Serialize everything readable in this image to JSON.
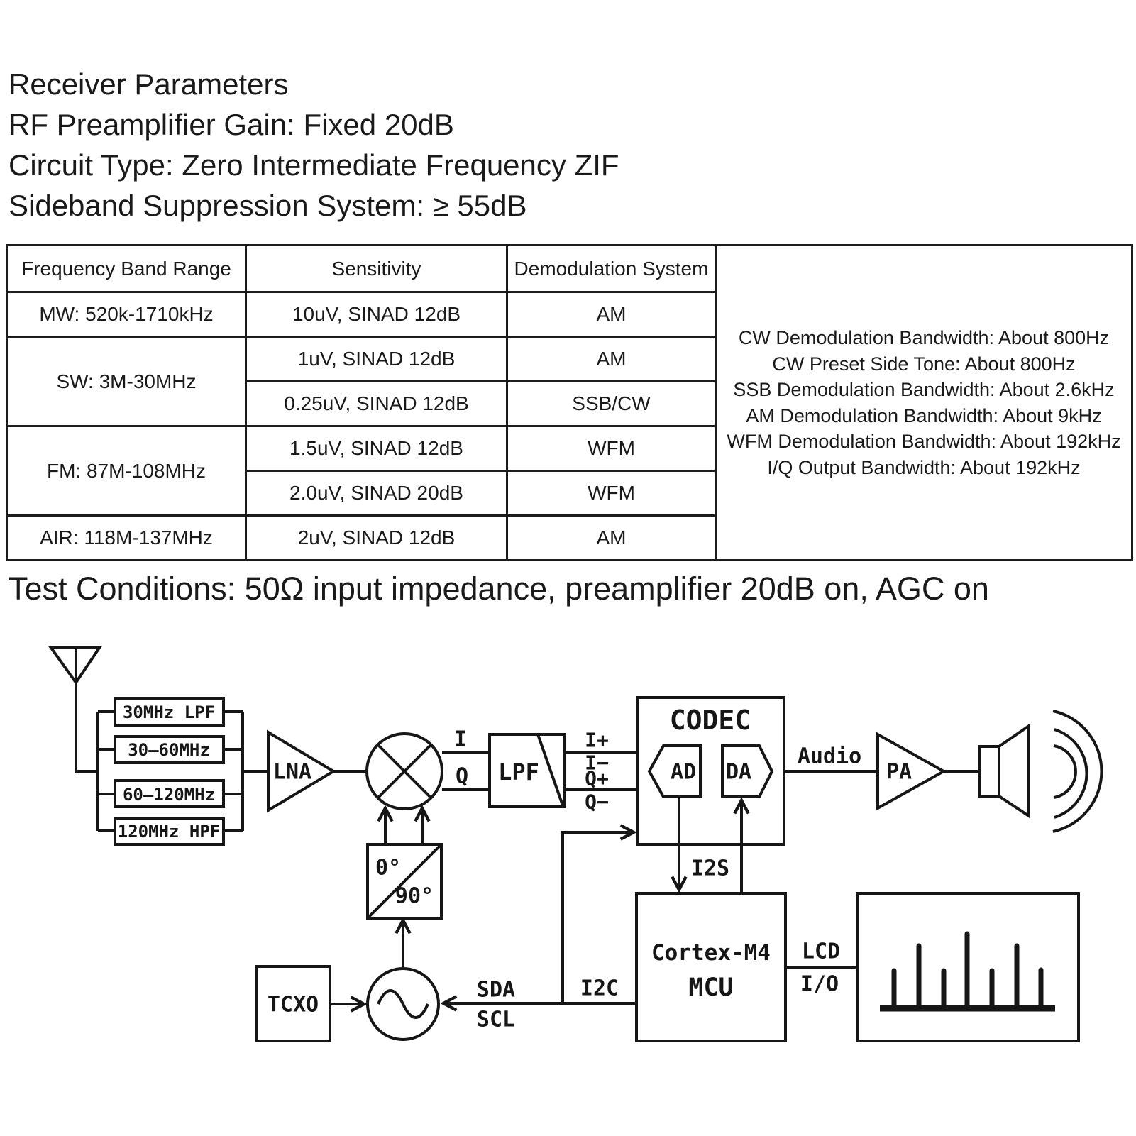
{
  "colors": {
    "ink": "#161616",
    "background": "#ffffff"
  },
  "page": {
    "heading_lines": [
      "Receiver Parameters",
      "RF Preamplifier Gain: Fixed 20dB",
      "Circuit Type: Zero Intermediate Frequency ZIF",
      "Sideband Suppression System: ≥ 55dB"
    ],
    "test_conditions": "Test Conditions: 50Ω input impedance, preamplifier 20dB on, AGC on"
  },
  "table": {
    "headers": [
      "Frequency Band Range",
      "Sensitivity",
      "Demodulation System"
    ],
    "rows": [
      {
        "band": "MW: 520k-1710kHz",
        "sensitivity": "10uV, SINAD 12dB",
        "demod": "AM"
      },
      {
        "band": "SW: 3M-30MHz",
        "sensitivity": "1uV, SINAD 12dB",
        "demod": "AM"
      },
      {
        "sensitivity": "0.25uV, SINAD 12dB",
        "demod": "SSB/CW"
      },
      {
        "band": "FM: 87M-108MHz",
        "sensitivity": "1.5uV, SINAD 12dB",
        "demod": "WFM"
      },
      {
        "sensitivity": "2.0uV, SINAD 20dB",
        "demod": "WFM"
      },
      {
        "band": "AIR: 118M-137MHz",
        "sensitivity": "2uV, SINAD 12dB",
        "demod": "AM"
      }
    ],
    "notes": [
      "CW Demodulation Bandwidth: About 800Hz",
      "CW Preset Side Tone: About 800Hz",
      "SSB Demodulation Bandwidth: About 2.6kHz",
      "AM Demodulation Bandwidth: About 9kHz",
      "WFM Demodulation Bandwidth: About 192kHz",
      "I/Q Output Bandwidth: About 192kHz"
    ]
  },
  "diagram": {
    "labels": {
      "filter1": "30MHz LPF",
      "filter2": "30–60MHz",
      "filter3": "60–120MHz",
      "filter4": "120MHz HPF",
      "lna": "LNA",
      "i": "I",
      "q": "Q",
      "lpf": "LPF",
      "i_plus": "I+",
      "i_minus": "I−",
      "q_plus": "Q+",
      "q_minus": "Q−",
      "codec": "CODEC",
      "ad": "AD",
      "da": "DA",
      "audio": "Audio",
      "pa": "PA",
      "deg0": "0°",
      "deg90": "90°",
      "tcxo": "TCXO",
      "sda": "SDA",
      "scl": "SCL",
      "i2c": "I2C",
      "i2s": "I2S",
      "mcu_line1": "Cortex-M4",
      "mcu_line2": "MCU",
      "lcd": "LCD",
      "io": "I/O"
    }
  }
}
